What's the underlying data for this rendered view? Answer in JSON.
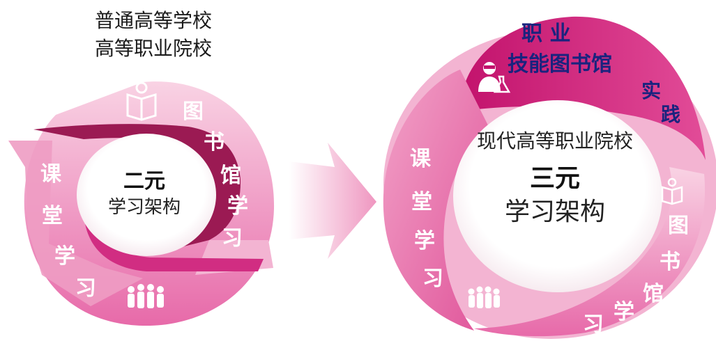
{
  "left_diagram": {
    "caption_line1": "普通高等学校",
    "caption_line2": "高等职业院校",
    "center_big": "二元",
    "center_small": "学习架构",
    "classroom_chars": [
      "课",
      "堂",
      "学",
      "习"
    ],
    "library_chars": [
      "图",
      "书",
      "馆",
      "学",
      "习"
    ],
    "icons": [
      "book-reader-icon",
      "people-group-icon"
    ]
  },
  "right_diagram": {
    "center_title": "现代高等职业院校",
    "center_big": "三元",
    "center_small": "学习架构",
    "practice_line1": "职 业",
    "practice_line2": "技能图书馆",
    "practice_chars": [
      "实",
      "践"
    ],
    "classroom_chars": [
      "课",
      "堂",
      "学",
      "习"
    ],
    "library_chars": [
      "图",
      "书",
      "馆",
      "学",
      "习"
    ],
    "icons": [
      "scientist-icon",
      "book-reader-icon",
      "people-group-icon"
    ]
  },
  "colors": {
    "pink_light": "#f7c5dc",
    "pink_mid": "#ec8fbb",
    "pink_deep": "#d23b8a",
    "magenta": "#c21670",
    "dark_red": "#8e1447",
    "practice_text": "#1a237e"
  }
}
